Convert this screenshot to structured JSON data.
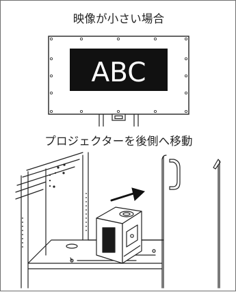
{
  "captions": {
    "top": "映像が小さい場合",
    "middle": "プロジェクターを後側へ移動"
  },
  "screen": {
    "text": "ABC"
  },
  "colors": {
    "line": "#222222",
    "frame_border": "#6e6e6e",
    "screen_bg": "#111111",
    "screen_text": "#ffffff"
  },
  "icons": {
    "arrow": "arrow-right-icon"
  }
}
